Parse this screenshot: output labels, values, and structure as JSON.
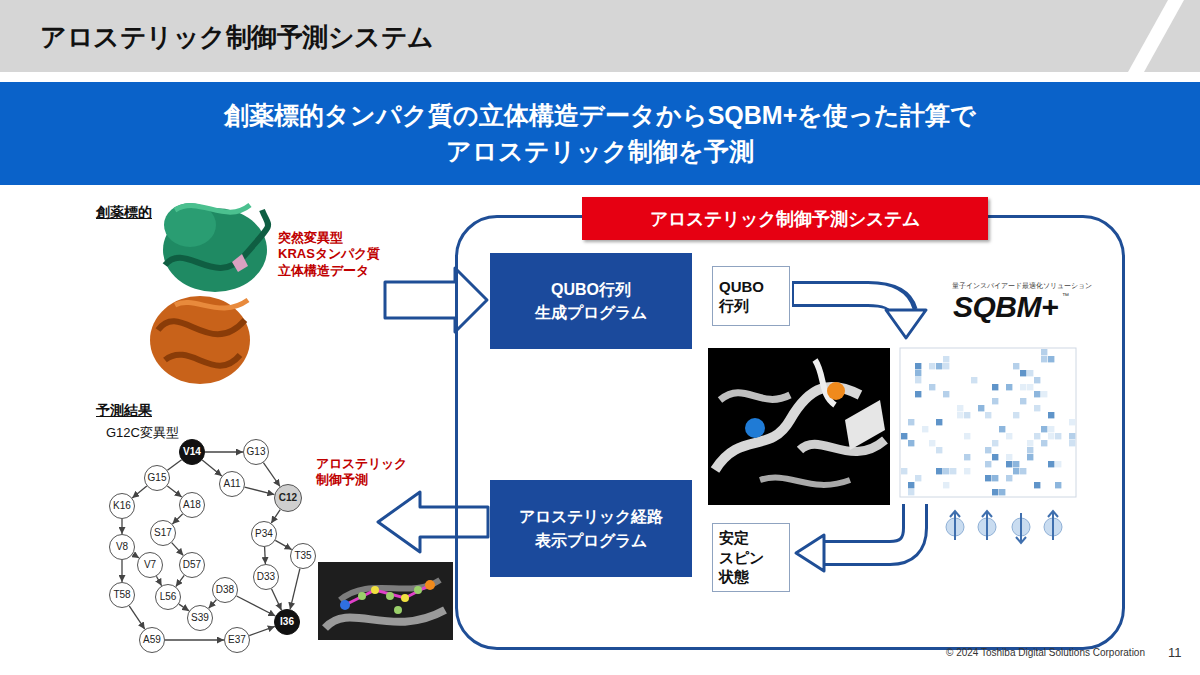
{
  "diagram": {
    "title": "アロステリック制御予測システム",
    "nodes": [
      {
        "text": [
          "創薬標的タンパク質の立体構造データからSQBM+を使った計算で アロステリック制御を予測"
        ]
      },
      {
        "text": [
          "アロステリック制御予測システム"
        ]
      },
      {
        "text": [
          "QUBO行列 生成プログラム"
        ],
        "in": 1
      },
      {
        "text": [
          "QUBO 行列"
        ],
        "in": 1
      },
      {
        "text": [
          "安定 スピン 状態"
        ],
        "in": 1
      },
      {
        "text": [
          "アロステリック経路 表示プログラム"
        ],
        "in": 1
      },
      {
        "text": [
          "V14"
        ]
      },
      {
        "text": [
          "G13"
        ]
      },
      {
        "text": [
          "G15"
        ]
      },
      {
        "text": [
          "A11"
        ]
      },
      {
        "text": [
          "C12"
        ]
      },
      {
        "text": [
          "K16"
        ]
      },
      {
        "text": [
          "A18"
        ]
      },
      {
        "text": [
          "S17"
        ]
      },
      {
        "text": [
          "P34"
        ]
      },
      {
        "text": [
          "T35"
        ]
      },
      {
        "text": [
          "V8"
        ]
      },
      {
        "text": [
          "V7"
        ]
      },
      {
        "text": [
          "D57"
        ]
      },
      {
        "text": [
          "D33"
        ]
      },
      {
        "text": [
          "T58"
        ]
      },
      {
        "text": [
          "L56"
        ]
      },
      {
        "text": [
          "D38"
        ]
      },
      {
        "text": [
          "S39"
        ]
      },
      {
        "text": [
          "A59"
        ]
      },
      {
        "text": [
          "E37"
        ]
      },
      {
        "text": [
          "I36"
        ]
      }
    ],
    "edges": [
      {
        "from": 6,
        "to": 7,
        "arrow": "to"
      },
      {
        "from": 6,
        "to": 8,
        "arrow": "none"
      },
      {
        "from": 6,
        "to": 9,
        "arrow": "to"
      },
      {
        "from": 7,
        "to": 10,
        "arrow": "to"
      },
      {
        "from": 9,
        "to": 10,
        "arrow": "to"
      },
      {
        "from": 8,
        "to": 11,
        "arrow": "to"
      },
      {
        "from": 8,
        "to": 12,
        "arrow": "to"
      },
      {
        "from": 12,
        "to": 13,
        "arrow": "to"
      },
      {
        "from": 13,
        "to": 18,
        "arrow": "to"
      },
      {
        "from": 11,
        "to": 16,
        "arrow": "to"
      },
      {
        "from": 16,
        "to": 17,
        "arrow": "to"
      },
      {
        "from": 16,
        "to": 20,
        "arrow": "to"
      },
      {
        "from": 17,
        "to": 21,
        "arrow": "to"
      },
      {
        "from": 18,
        "to": 21,
        "arrow": "to"
      },
      {
        "from": 20,
        "to": 24,
        "arrow": "to"
      },
      {
        "from": 21,
        "to": 23,
        "arrow": "to"
      },
      {
        "from": 22,
        "to": 23,
        "arrow": "to"
      },
      {
        "from": 24,
        "to": 25,
        "arrow": "to"
      },
      {
        "from": 25,
        "to": 26,
        "arrow": "to"
      },
      {
        "from": 22,
        "to": 26,
        "arrow": "to"
      },
      {
        "from": 10,
        "to": 14,
        "arrow": "to"
      },
      {
        "from": 14,
        "to": 15,
        "arrow": "to"
      },
      {
        "from": 14,
        "to": 19,
        "arrow": "to"
      },
      {
        "from": 15,
        "to": 26,
        "arrow": "to"
      },
      {
        "from": 19,
        "to": 26,
        "arrow": "to"
      }
    ],
    "labels": [
      "創薬標的",
      "突然変異型 KRASタンパク質 立体構造データ",
      "予測結果",
      "G12C変異型",
      "アロステリック 制御予測",
      "量子インスパイアード最適化ソリューション",
      "SQBM+",
      "™",
      "© 2024 Toshiba Digital Solutions Corporation",
      "11"
    ]
  }
}
